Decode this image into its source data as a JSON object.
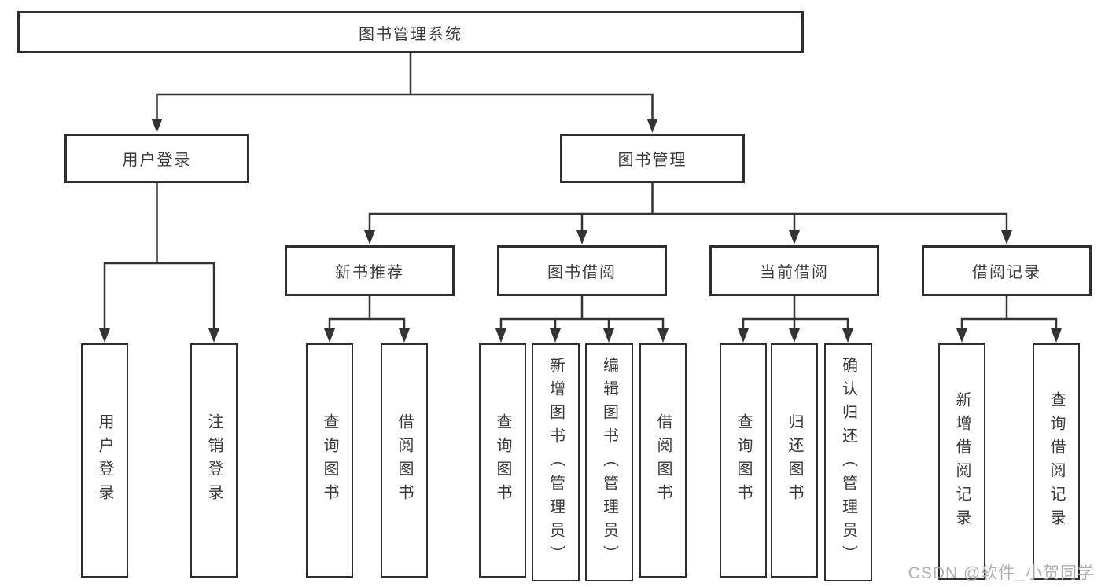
{
  "tree": {
    "root": {
      "label": "图书管理系统"
    },
    "branches": [
      {
        "label": "用户登录",
        "children": [
          {
            "label": "用户登录"
          },
          {
            "label": "注销登录"
          }
        ]
      },
      {
        "label": "图书管理",
        "children": [
          {
            "label": "新书推荐",
            "children": [
              {
                "label": "查询图书"
              },
              {
                "label": "借阅图书"
              }
            ]
          },
          {
            "label": "图书借阅",
            "children": [
              {
                "label": "查询图书"
              },
              {
                "label": "新增图书（管理员）"
              },
              {
                "label": "编辑图书（管理员）"
              },
              {
                "label": "借阅图书"
              }
            ]
          },
          {
            "label": "当前借阅",
            "children": [
              {
                "label": "查询图书"
              },
              {
                "label": "归还图书"
              },
              {
                "label": "确认归还（管理员）"
              }
            ]
          },
          {
            "label": "借阅记录",
            "children": [
              {
                "label": "新增借阅记录"
              },
              {
                "label": "查询借阅记录"
              }
            ]
          }
        ]
      }
    ]
  },
  "watermark": {
    "text": "CSDN @软件_小贺同学"
  },
  "colors": {
    "line": "#333333",
    "box_border": "#2e2e2e",
    "text": "#3a3a3a",
    "watermark": "#acacac",
    "background": "#ffffff"
  }
}
